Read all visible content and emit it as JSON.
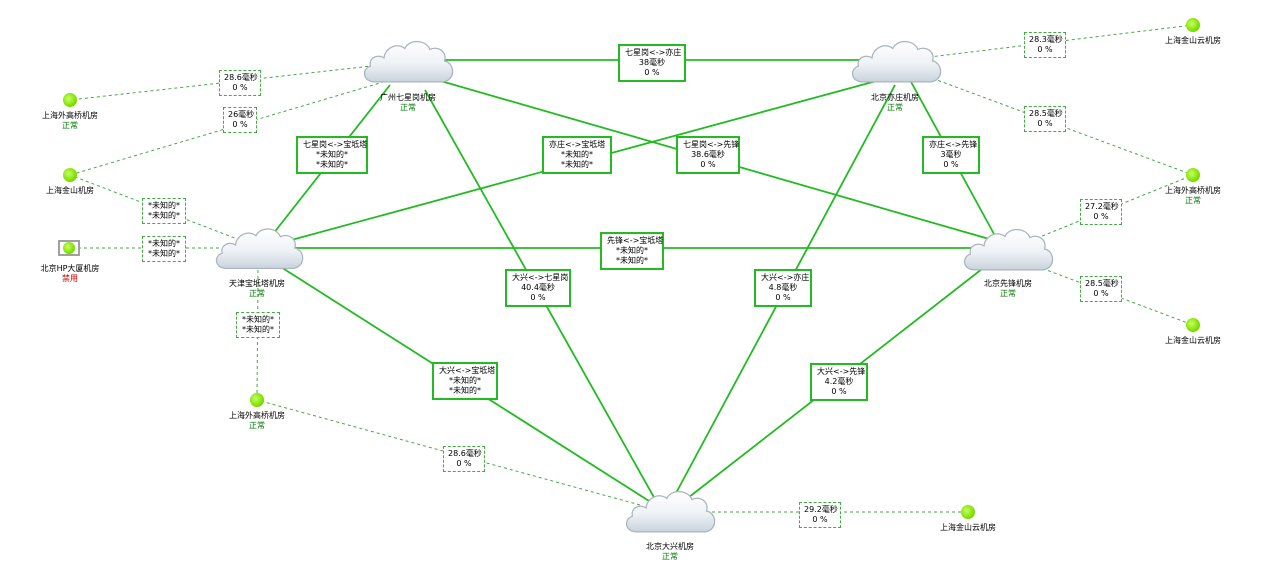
{
  "nodes": {
    "guangzhou": {
      "name": "广州七星岗机房",
      "status": "正常"
    },
    "beijing_yizhuang": {
      "name": "北京亦庄机房",
      "status": "正常"
    },
    "tianjin": {
      "name": "天津宝坻塔机房",
      "status": "正常"
    },
    "beijing_xianfeng": {
      "name": "北京先锋机房",
      "status": "正常"
    },
    "beijing_dayun": {
      "name": "北京大兴机房",
      "status": "正常"
    }
  },
  "outer_nodes": {
    "left_sh_waigaoqiao": {
      "name": "上海外高桥机房",
      "status": "正常"
    },
    "left_sh_jinshan": {
      "name": "上海金山机房",
      "status": ""
    },
    "left_bj_hp": {
      "name": "北京HP大厦机房",
      "status": "禁用"
    },
    "tj_sh_waigaoqiao": {
      "name": "上海外高桥机房",
      "status": "正常"
    },
    "tr_sh_jinshan": {
      "name": "上海金山云机房",
      "status": ""
    },
    "r_sh_waigaoqiao": {
      "name": "上海外高桥机房",
      "status": "正常"
    },
    "r_sh_jinshan": {
      "name": "上海金山云机房",
      "status": ""
    },
    "b_sh_jinshan": {
      "name": "上海金山云机房",
      "status": ""
    }
  },
  "links": {
    "gz_yz": {
      "l1": "七星岗<->亦庄",
      "l2": "38毫秒",
      "l3": "0 %"
    },
    "gz_tj": {
      "l1": "七星岗<->宝坻塔",
      "l2": "*未知的*",
      "l3": "*未知的*"
    },
    "yz_tj": {
      "l1": "亦庄<->宝坻塔",
      "l2": "*未知的*",
      "l3": "*未知的*"
    },
    "gz_xf": {
      "l1": "七星岗<->先锋",
      "l2": "38.6毫秒",
      "l3": "0 %"
    },
    "yz_xf": {
      "l1": "亦庄<->先锋",
      "l2": "3毫秒",
      "l3": "0 %"
    },
    "tj_xf": {
      "l1": "先锋<->宝坻塔",
      "l2": "*未知的*",
      "l3": "*未知的*"
    },
    "dy_gz": {
      "l1": "大兴<->七星岗",
      "l2": "40.4毫秒",
      "l3": "0 %"
    },
    "dy_yz": {
      "l1": "大兴<->亦庄",
      "l2": "4.8毫秒",
      "l3": "0 %"
    },
    "dy_tj": {
      "l1": "大兴<->宝坻塔",
      "l2": "*未知的*",
      "l3": "*未知的*"
    },
    "dy_xf": {
      "l1": "大兴<->先锋",
      "l2": "4.2毫秒",
      "l3": "0 %"
    }
  },
  "dashed_links": {
    "gz_a": {
      "l1": "28.6毫秒",
      "l2": "0 %"
    },
    "gz_b": {
      "l1": "26毫秒",
      "l2": "0 %"
    },
    "tj_a": {
      "l1": "*未知的*",
      "l2": "*未知的*"
    },
    "tj_b": {
      "l1": "*未知的*",
      "l2": "*未知的*"
    },
    "tj_c": {
      "l1": "*未知的*",
      "l2": "*未知的*"
    },
    "yz_a": {
      "l1": "28.3毫秒",
      "l2": "0 %"
    },
    "yz_b": {
      "l1": "28.5毫秒",
      "l2": "0 %"
    },
    "xf_a": {
      "l1": "27.2毫秒",
      "l2": "0 %"
    },
    "xf_b": {
      "l1": "28.5毫秒",
      "l2": "0 %"
    },
    "dy_a": {
      "l1": "28.6毫秒",
      "l2": "0 %"
    },
    "dy_b": {
      "l1": "29.2毫秒",
      "l2": "0 %"
    }
  },
  "colors": {
    "link": "#22bb22",
    "dashed": "#44aa44",
    "node_ok": "#7fe000",
    "status_ok": "#007700",
    "status_down": "#cc0000"
  }
}
